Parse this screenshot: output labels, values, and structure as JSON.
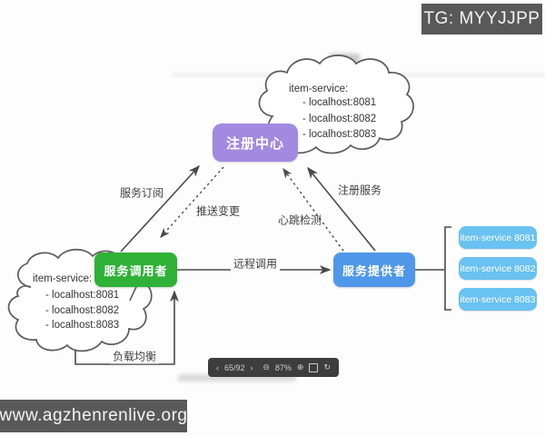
{
  "badges": {
    "tg": "TG: MYYJJPP",
    "site": "www.agzhenrenlive.org"
  },
  "diagram": {
    "registry": {
      "label": "注册中心",
      "color": "#a18ae0"
    },
    "caller": {
      "label": "服务调用者",
      "color": "#2fb237"
    },
    "provider": {
      "label": "服务提供者",
      "color": "#4f97e8"
    },
    "edges": {
      "subscribe": "服务订阅",
      "push": "推送变更",
      "heartbeat": "心跳检测",
      "register": "注册服务",
      "remote_call": "远程调用",
      "load_balance": "负载均衡"
    },
    "left_cloud": {
      "title": "item-service:",
      "items": [
        "- localhost:8081",
        "- localhost:8082",
        "- localhost:8083"
      ]
    },
    "right_cloud": {
      "title": "item-service:",
      "items": [
        "- localhost:8081",
        "- localhost:8082",
        "- localhost:8083"
      ]
    },
    "instances": [
      {
        "label": "item-service 8081"
      },
      {
        "label": "item-service 8082"
      },
      {
        "label": "item-service 8083"
      }
    ],
    "instance_color": "#69c2f1",
    "line_color": "#4a4a4a"
  },
  "toolbar": {
    "prev_icon": "‹",
    "page": "65/92",
    "next_icon": "›",
    "zoom_out_icon": "⊖",
    "zoom_level": "87%",
    "zoom_in_icon": "⊕",
    "rotate_icon": "↻"
  }
}
